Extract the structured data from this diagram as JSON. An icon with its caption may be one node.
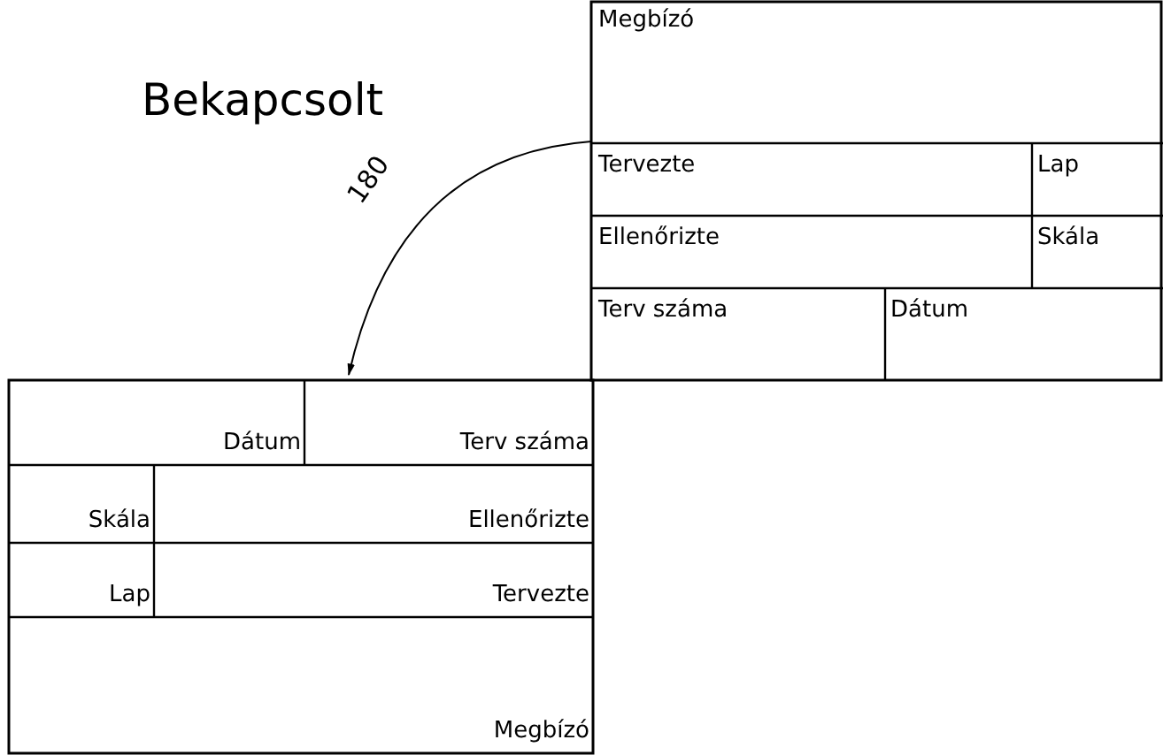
{
  "diagram": {
    "labels": [
      "Bekapcsolt",
      "180",
      "Megbízó",
      "Tervezte",
      "Lap",
      "Ellenőrizte",
      "Skála",
      "Terv száma",
      "Dátum",
      "Dátum",
      "Terv száma",
      "Skála",
      "Ellenőrizte",
      "Lap",
      "Tervezte",
      "Megbízó"
    ]
  }
}
